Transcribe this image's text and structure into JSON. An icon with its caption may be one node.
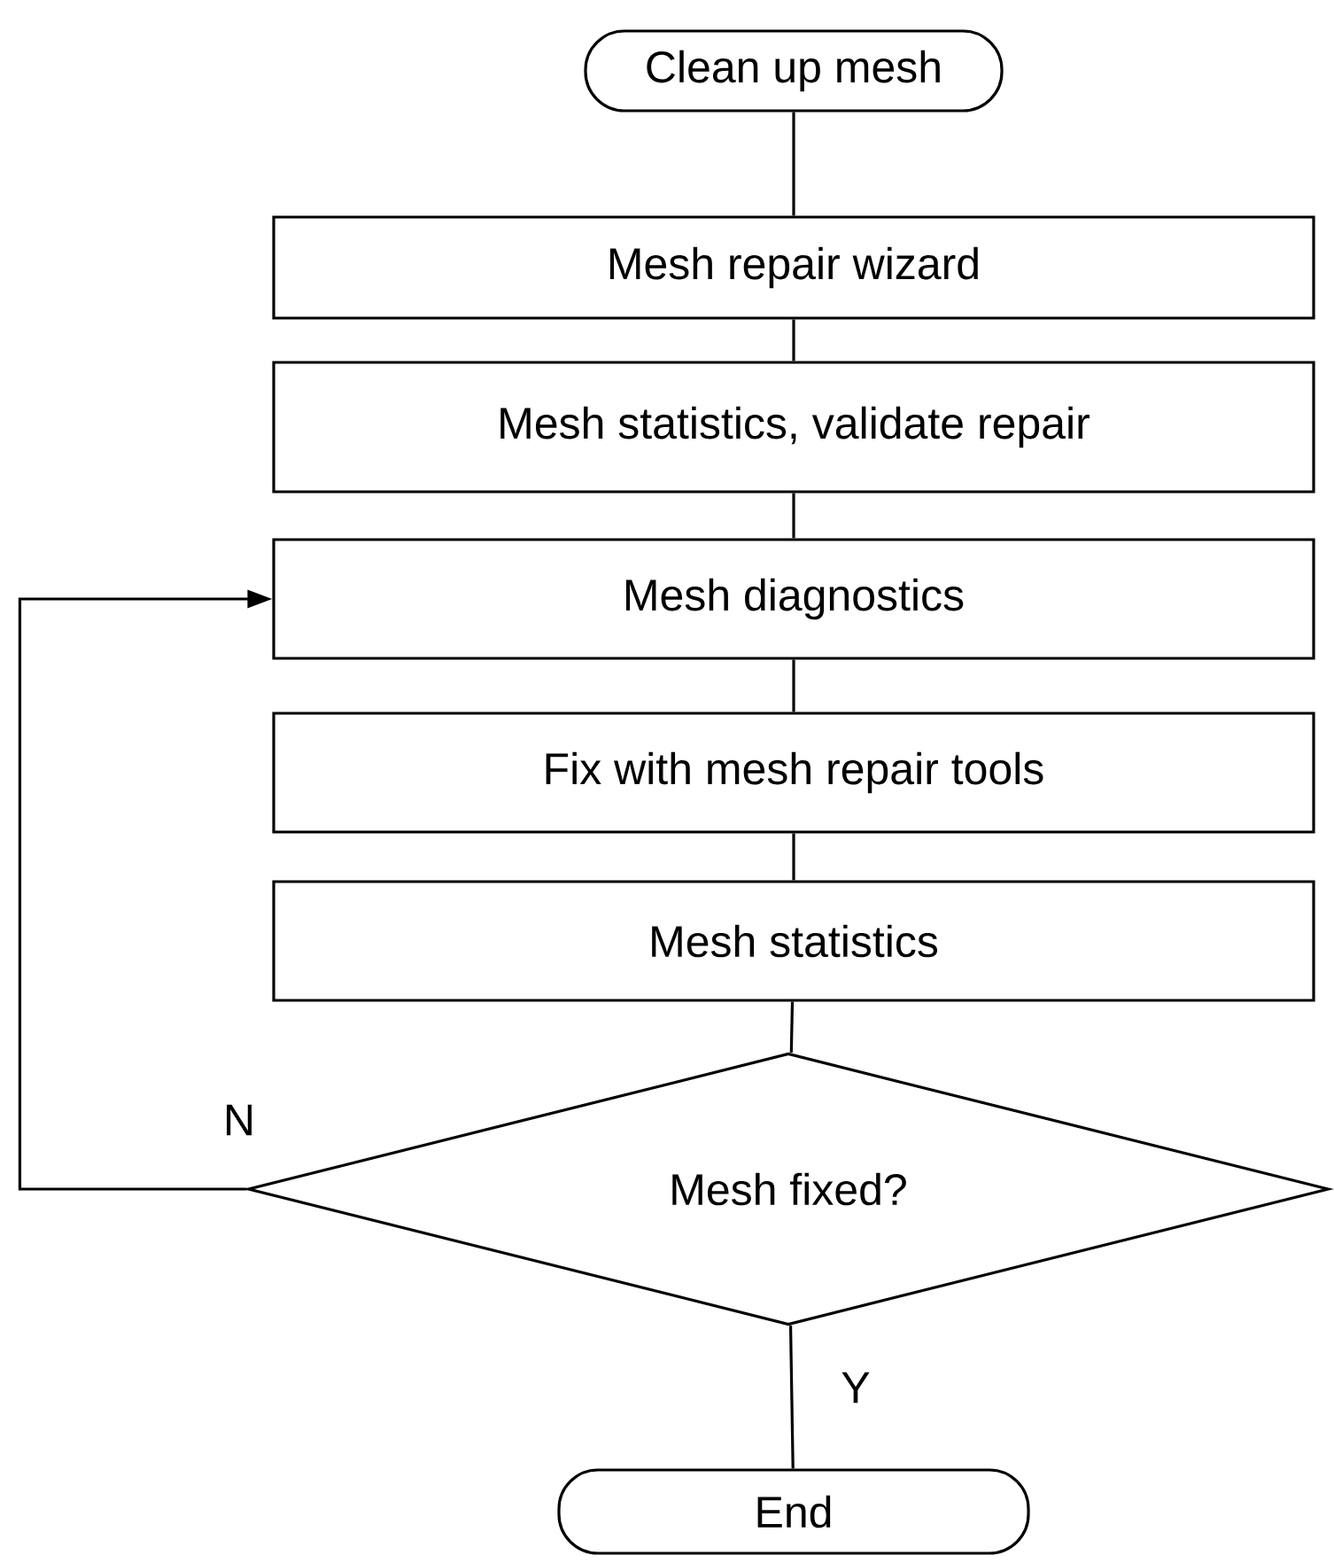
{
  "diagram": {
    "nodes": [
      {
        "text": [
          "Clean up mesh"
        ]
      },
      {
        "text": [
          "Mesh repair wizard"
        ]
      },
      {
        "text": [
          "Mesh statistics, validate repair"
        ]
      },
      {
        "text": [
          "Mesh diagnostics"
        ]
      },
      {
        "text": [
          "Fix with mesh repair tools"
        ]
      },
      {
        "text": [
          "Mesh statistics"
        ]
      },
      {
        "text": [
          "Mesh fixed?"
        ]
      },
      {
        "text": [
          "End"
        ]
      }
    ],
    "edges": [
      {
        "from": 0,
        "to": 1,
        "arrow": "none"
      },
      {
        "from": 1,
        "to": 2,
        "arrow": "none"
      },
      {
        "from": 2,
        "to": 3,
        "arrow": "none"
      },
      {
        "from": 3,
        "to": 4,
        "arrow": "none"
      },
      {
        "from": 4,
        "to": 5,
        "arrow": "none"
      },
      {
        "from": 5,
        "to": 6,
        "arrow": "none"
      },
      {
        "from": 6,
        "to": 7,
        "arrow": "none",
        "label": "Y"
      },
      {
        "from": 6,
        "to": 3,
        "arrow": "to",
        "label": "N"
      }
    ]
  }
}
